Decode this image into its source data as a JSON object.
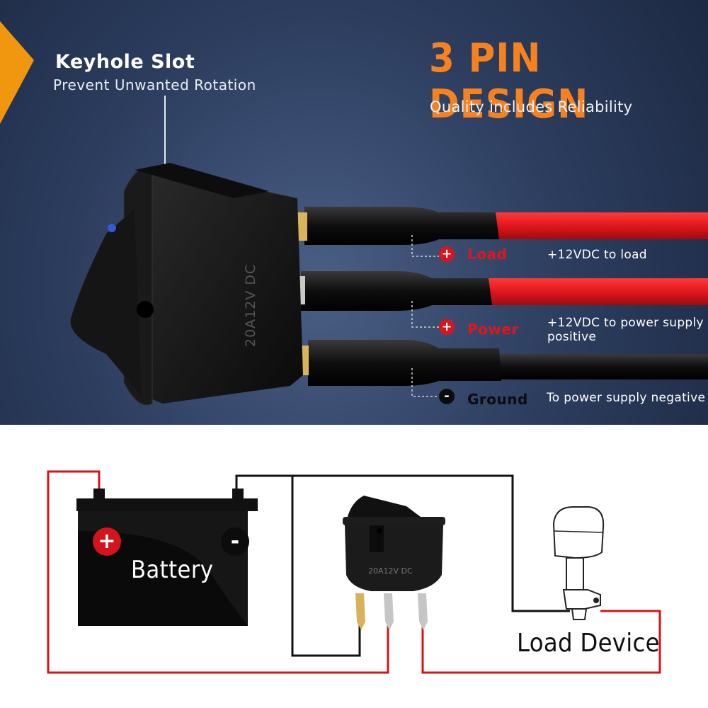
{
  "header": {
    "title": "3 PIN DESIGN",
    "subtitle": "Quality includes Reliability"
  },
  "keyhole": {
    "title": "Keyhole Slot",
    "subtitle": "Prevent Unwanted Rotation"
  },
  "switch": {
    "rating": "20A12V DC"
  },
  "pins": [
    {
      "sign": "+",
      "label": "Load",
      "description": [
        "+12VDC to load"
      ],
      "label_color": "#e0161c"
    },
    {
      "sign": "+",
      "label": "Power",
      "description": [
        "+12VDC to power supply",
        "positive"
      ],
      "label_color": "#e0161c"
    },
    {
      "sign": "-",
      "label": "Ground",
      "description": [
        "To power supply negative"
      ],
      "label_color": "#0c0c0c"
    }
  ],
  "diagram": {
    "battery_label": "Battery",
    "battery_positive": "+",
    "battery_negative": "-",
    "switch_rating": "20A12V DC",
    "load_label": "Load Device"
  },
  "colors": {
    "accent": "#f5821f",
    "wire_red": "#e0161c",
    "wire_black": "#111111",
    "background": "#2c3d5e"
  },
  "icons": [
    "outboard-motor-icon",
    "battery-icon",
    "rocker-switch-icon"
  ]
}
